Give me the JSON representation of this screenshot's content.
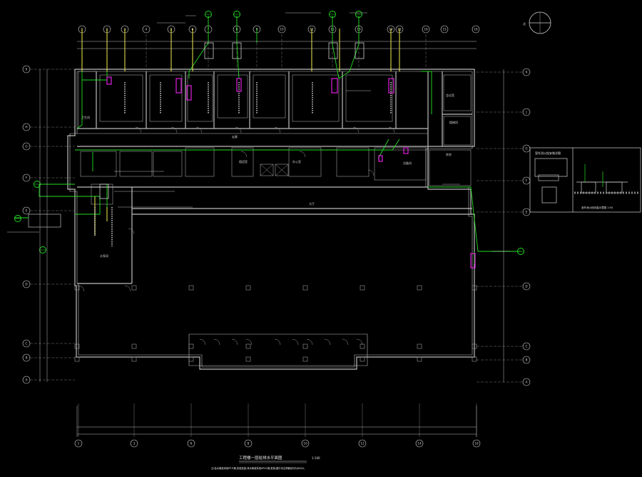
{
  "colors": {
    "background": "#000000",
    "wall": "#bdbdbd",
    "axis_line": "#9a9a9a",
    "water_green": "#22dd22",
    "riser_yellow": "#f2ee4a",
    "fixture_magenta": "#e020e0",
    "annotation_white": "#e8e8e8",
    "axis_bubble": "#d0d0d0"
  },
  "axes": {
    "top_numbers": [
      "1",
      "2",
      "3",
      "4",
      "5",
      "6",
      "7",
      "8",
      "9",
      "10",
      "11",
      "12",
      "13",
      "14",
      "15",
      "16"
    ],
    "bottom_numbers": [
      "1",
      "3",
      "6",
      "8",
      "10",
      "12",
      "14",
      "16"
    ],
    "left_letters": [
      "K",
      "H",
      "G",
      "F",
      "E",
      "D",
      "C",
      "B",
      "A"
    ],
    "right_letters": [
      "K",
      "J",
      "G",
      "F",
      "E",
      "D",
      "C",
      "B",
      "A"
    ]
  },
  "drawing": {
    "title": "工程楼一层给排水平面图",
    "scale": "1:100",
    "note": "注:给水管道采用PP-R管,热熔连接;排水管道采用UPVC管,粘接;图中未注明管径均为DN20。"
  },
  "rooms": {
    "lobby": "大厅",
    "corridor": "走廊",
    "restroom_left": "卫生间",
    "stair": "楼梯间",
    "office": "办公室",
    "equipment": "设备间",
    "duty": "值班室",
    "store": "库房",
    "pump": "水泵间",
    "meeting": "会议室"
  },
  "detail": {
    "title": "室外消火栓安装详图",
    "subtitle": "室外消火栓安装示意图 1:50"
  },
  "icons": {
    "north_arrow": "north-arrow-icon"
  }
}
